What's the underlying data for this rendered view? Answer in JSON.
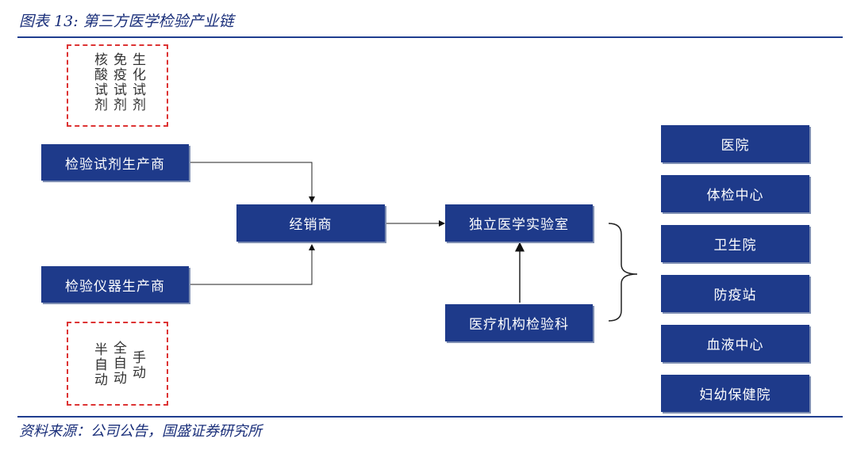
{
  "header": {
    "title": "图表 13:  第三方医学检验产业链"
  },
  "footer": {
    "source": "资料来源：公司公告，国盛证券研究所"
  },
  "reagents": {
    "columns": [
      "生化试剂",
      "免疫试剂",
      "核酸试剂"
    ]
  },
  "instruments": {
    "columns": [
      "手动",
      "全自动",
      "半自动"
    ]
  },
  "nodes": {
    "reagent_maker": "检验试剂生产商",
    "instrument_maker": "检验仪器生产商",
    "distributor": "经销商",
    "independent_lab": "独立医学实验室",
    "medical_lab_dept": "医疗机构检验科"
  },
  "customers": [
    "医院",
    "体检中心",
    "卫生院",
    "防疫站",
    "血液中心",
    "妇幼保健院"
  ],
  "colors": {
    "box": "#1e3a8a",
    "rule": "#1f3d8f",
    "dashed": "#dd3333",
    "title": "#1a2f7a"
  }
}
